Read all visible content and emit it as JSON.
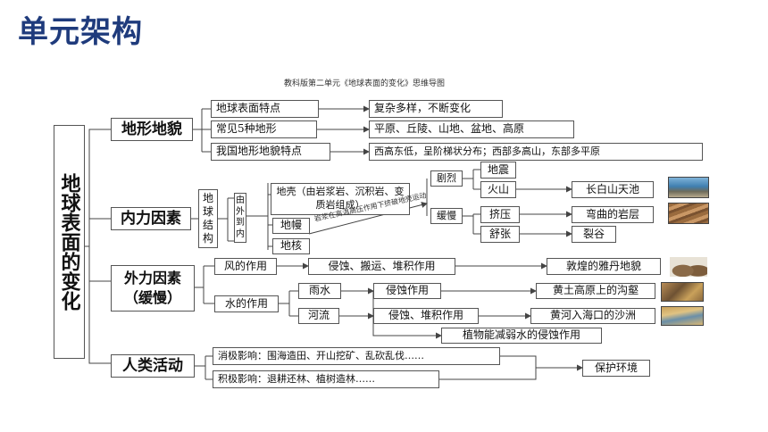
{
  "slide_title": "单元架构",
  "caption": "教科版第二单元《地球表面的变化》思维导图",
  "root": "地球表面的变化",
  "branches": {
    "landform": {
      "label": "地形地貌",
      "items": [
        "地球表面特点",
        "常见5种地形",
        "我国地形地貌特点"
      ],
      "answers": [
        "复杂多样，不断变化",
        "平原、丘陵、山地、盆地、高原",
        "西高东低，呈阶梯状分布；西部多高山，东部多平原"
      ]
    },
    "internal": {
      "label": "内力因素",
      "structure": "地球结构",
      "layers_label": "由外到内",
      "layers": [
        "地壳（由岩浆岩、沉积岩、变质岩组成）",
        "地幔",
        "地核"
      ],
      "note": "岩浆在高温高压作用下挤破地壳运动",
      "violent": "剧烈",
      "slow": "缓慢",
      "events": [
        "地震",
        "火山",
        "挤压",
        "舒张"
      ],
      "results": [
        "长白山天池",
        "弯曲的岩层",
        "裂谷"
      ]
    },
    "external": {
      "label": "外力因素（缓慢）",
      "wind": "风的作用",
      "wind_effect": "侵蚀、搬运、堆积作用",
      "wind_result": "敦煌的雅丹地貌",
      "water": "水的作用",
      "rain": "雨水",
      "rain_effect": "侵蚀作用",
      "rain_result": "黄土高原上的沟壑",
      "river": "河流",
      "river_effect": "侵蚀、堆积作用",
      "river_result": "黄河入海口的沙洲",
      "plants": "植物能减弱水的侵蚀作用"
    },
    "human": {
      "label": "人类活动",
      "negative": "消极影响：围海造田、开山挖矿、乱砍乱伐……",
      "positive": "积极影响：退耕还林、植树造林……",
      "result": "保护环境"
    }
  },
  "colors": {
    "title": "#1f3b7c",
    "box_border": "#555555",
    "line": "#444444",
    "photo_lake": "#3f7fb0",
    "photo_rock": "#9a6b3e",
    "photo_yellow": "#c9a15a"
  }
}
